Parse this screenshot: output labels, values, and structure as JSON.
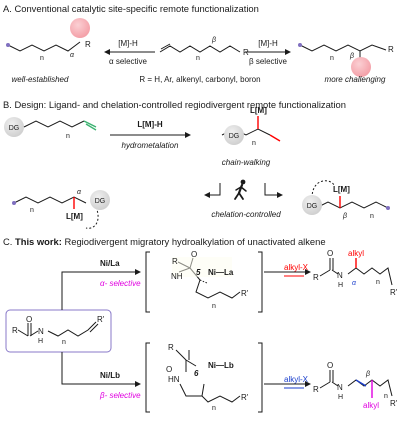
{
  "section_a": {
    "prefix": "A.",
    "title": "Conventional catalytic site-specific remote functionalization",
    "reagent_left": "[M]-H",
    "reagent_right": "[M]-H",
    "alpha_selective": "α selective",
    "beta_selective": "β selective",
    "label_left": "well-established",
    "label_right": "more challenging",
    "r_groups": "R = H, Ar, alkenyl, carbonyl, boron",
    "alpha": "α",
    "beta": "β",
    "r": "R",
    "n": "n"
  },
  "section_b": {
    "prefix": "B.",
    "title": "Design: Ligand- and chelation-controlled regiodivergent remote functionalization",
    "dg": "DG",
    "catalyst": "L[M]-H",
    "hydrometalation": "hydrometalation",
    "lm": "L[M]",
    "chain_walking": "chain-walking",
    "chelation_controlled": "chelation-controlled",
    "alpha": "α",
    "beta": "β",
    "n": "n"
  },
  "section_c": {
    "prefix": "C.",
    "title_bold": "This work:",
    "title_rest": "Regiodivergent migratory hydroalkylation of unactivated alkene",
    "catalyst_top": "Ni/La",
    "catalyst_bottom": "Ni/Lb",
    "alpha_selective": "α- selective",
    "beta_selective": "β- selective",
    "alkyl_x_top": "alkyl-X",
    "alkyl_x_bottom": "alkyl-X",
    "ring_top": "5",
    "ring_bottom": "6",
    "ni_la": "Ni—La",
    "ni_lb": "Ni—Lb",
    "alkyl_top": "alkyl",
    "alkyl_bottom": "alkyl",
    "r": "R",
    "r_prime": "R'",
    "o": "O",
    "n_atom": "N",
    "nh": "NH",
    "hn": "HN",
    "h": "H",
    "alpha": "α",
    "beta": "β",
    "n": "n"
  },
  "colors": {
    "pink_sphere": "#f4a0a8",
    "gray_dg": "#d9d9d9",
    "purple_dot": "#8070c0",
    "green_alkene": "#3cb371",
    "red_bond": "#ff0000",
    "magenta": "#e000e0",
    "blue_bond": "#1a3ecc",
    "box_fill": "#fdfdf0",
    "purple_border": "#8878c8"
  }
}
